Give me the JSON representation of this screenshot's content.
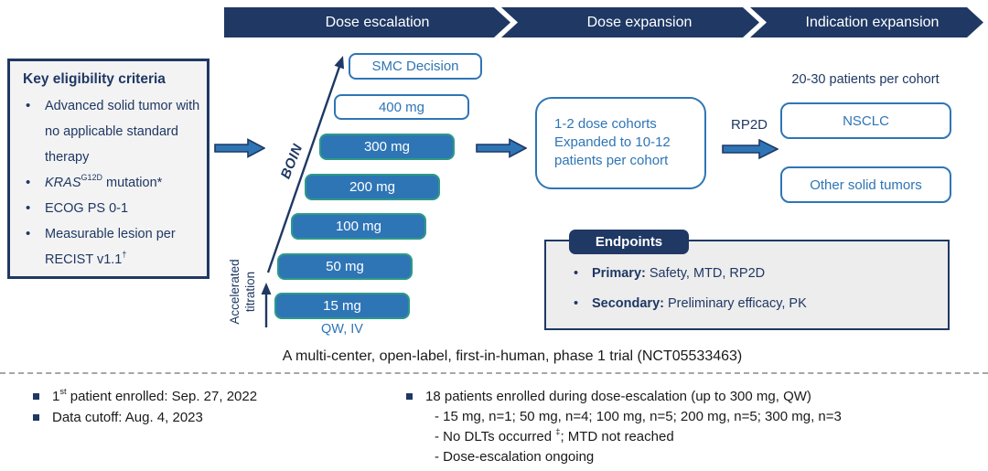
{
  "colors": {
    "navy": "#1F3864",
    "blue": "#2E75B6",
    "teal": "#2E9A88",
    "box-bg": "#F3F3F3",
    "endpoints-bg": "#EDEDED",
    "divider": "#A6A6A6",
    "text": "#1A1A1A",
    "white": "#FFFFFF"
  },
  "banner": {
    "stages": [
      "Dose escalation",
      "Dose expansion",
      "Indication expansion"
    ]
  },
  "eligibility": {
    "title": "Key eligibility criteria",
    "items": [
      {
        "text": "Advanced solid tumor with no applicable standard therapy"
      },
      {
        "em": "KRAS",
        "sup": "G12D",
        "rest": " mutation*"
      },
      {
        "text": "ECOG PS 0-1"
      },
      {
        "text": "Measurable lesion per RECIST v1.1",
        "sup": "†"
      }
    ]
  },
  "ladder": {
    "boin_label": "BOIN",
    "accelerated_line1": "Accelerated",
    "accelerated_line2": "titration",
    "smc_label": "SMC Decision",
    "doses": [
      "400 mg",
      "300 mg",
      "200 mg",
      "100 mg",
      "50 mg",
      "15 mg"
    ],
    "schedule_label": "QW, IV"
  },
  "expansion": {
    "cohort_box_lines": [
      "1-2 dose cohorts",
      "Expanded to 10-12",
      "patients per cohort"
    ],
    "rp2d_label": "RP2D",
    "cohort_size_label": "20-30 patients per cohort",
    "cohort_boxes": [
      "NSCLC",
      "Other solid tumors"
    ]
  },
  "endpoints": {
    "title": "Endpoints",
    "items": [
      {
        "label": "Primary:",
        "text": " Safety, MTD, RP2D"
      },
      {
        "label": "Secondary:",
        "text": " Preliminary efficacy, PK"
      }
    ]
  },
  "caption": "A multi-center, open-label, first-in-human, phase 1 trial (NCT05533463)",
  "footer": {
    "left_items": [
      {
        "pre": "1",
        "sup": "st",
        "rest": " patient enrolled: Sep. 27, 2022"
      },
      {
        "text": "Data cutoff: Aug. 4, 2023"
      }
    ],
    "right_item": {
      "text": "18 patients enrolled during dose-escalation (up to 300 mg, QW)"
    },
    "right_subitems": [
      {
        "text": "- 15 mg, n=1; 50 mg, n=4; 100 mg, n=5; 200 mg, n=5; 300 mg, n=3"
      },
      {
        "pre": "- No DLTs occurred ",
        "sup": "‡",
        "rest": "; MTD not reached"
      },
      {
        "text": "- Dose-escalation ongoing"
      }
    ]
  }
}
